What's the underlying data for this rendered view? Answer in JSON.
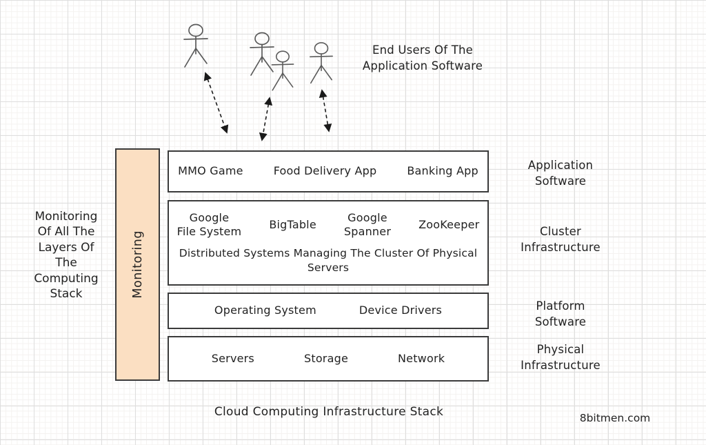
{
  "diagram": {
    "title": "Cloud Computing Infrastructure Stack",
    "watermark": "8bitmen.com"
  },
  "end_users": {
    "label": "End Users Of The\nApplication Software",
    "figure_icon": "stick-figure-person",
    "figure_count": 4
  },
  "monitoring": {
    "bar_label": "Monitoring",
    "note": "Monitoring\nOf All The\nLayers Of\nThe\nComputing\nStack",
    "fill_color": "#fbdfc2"
  },
  "stack": {
    "layers": [
      {
        "id": "application-software",
        "items": [
          "MMO Game",
          "Food Delivery App",
          "Banking App"
        ],
        "right_label": "Application\nSoftware"
      },
      {
        "id": "cluster-infrastructure",
        "items": [
          "Google\nFile System",
          "BigTable",
          "Google\nSpanner",
          "ZooKeeper"
        ],
        "caption": "Distributed Systems Managing The Cluster Of Physical\nServers",
        "right_label": "Cluster\nInfrastructure"
      },
      {
        "id": "platform-software",
        "items": [
          "Operating System",
          "Device Drivers"
        ],
        "right_label": "Platform\nSoftware"
      },
      {
        "id": "physical-infrastructure",
        "items": [
          "Servers",
          "Storage",
          "Network"
        ],
        "right_label": "Physical\nInfrastructure"
      }
    ]
  },
  "colors": {
    "box_border": "#3a3a3a",
    "monitoring_fill": "#fbdfc2",
    "text": "#222222",
    "figure_stroke": "#5a5a5a",
    "arrow": "#1a1a1a",
    "grid_major": "#dedede",
    "grid_minor": "#f4f2f0"
  }
}
